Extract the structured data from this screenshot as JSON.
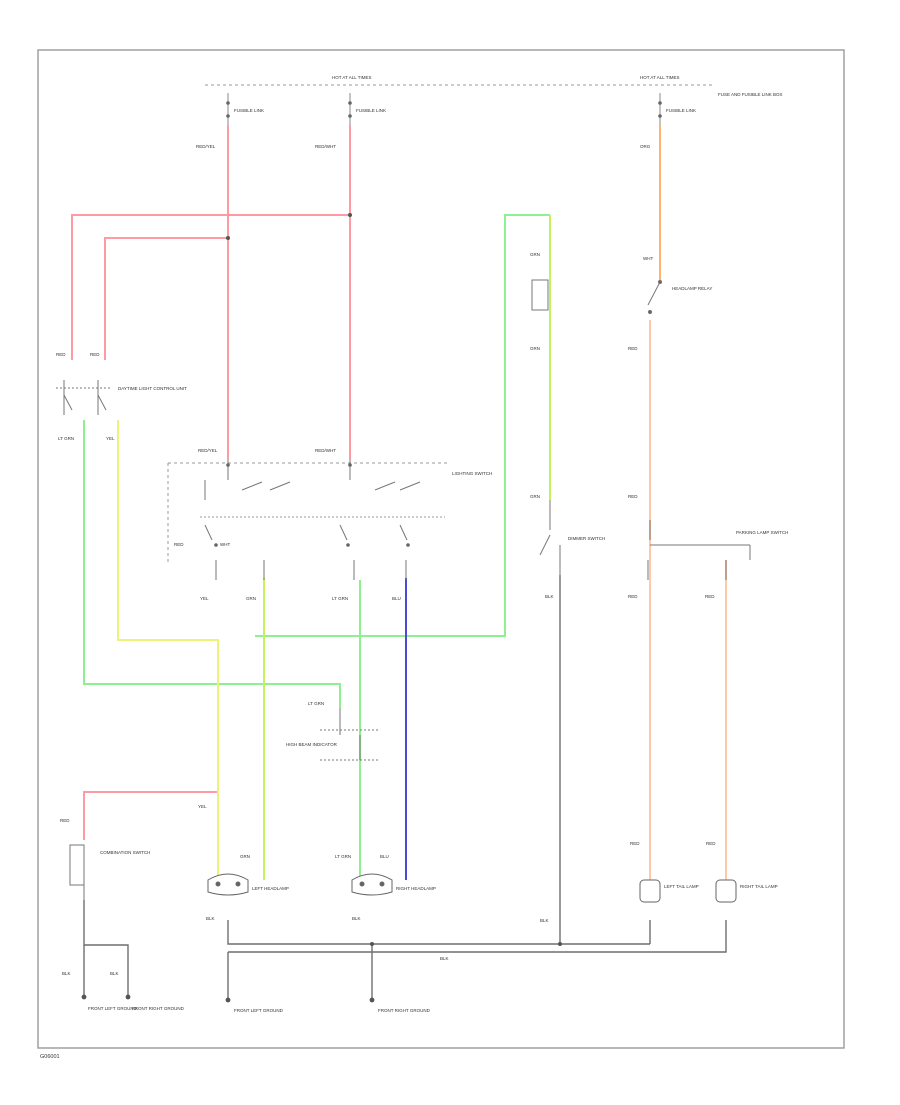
{
  "diagram": {
    "type": "wiring-schematic",
    "colors": {
      "red": "#ff9aa2",
      "orange": "#ffb36b",
      "peach": "#ffc9a8",
      "green": "#8ef08e",
      "yellow": "#ecf27a",
      "lime": "#c4f25a",
      "blue": "#4a4ad8",
      "black": "#6f6f6f",
      "frame": "#9a9a9a"
    },
    "labels": {
      "hot_at_all_times_left": "HOT AT ALL TIMES",
      "hot_at_all_times_right": "HOT AT ALL TIMES",
      "fuse_left": "FUSIBLE LINK",
      "fuse_mid": "FUSIBLE LINK",
      "fuse_right": "FUSIBLE LINK",
      "fuse_box_note": "FUSE AND FUSIBLE LINK BOX",
      "wire_red_left": "RED/YEL",
      "wire_red_mid": "RED/WHT",
      "wire_org": "ORG",
      "relay_note": "DAYTIME LIGHT CONTROL UNIT",
      "headlamp_relay_note": "HEADLAMP RELAY",
      "lighting_switch": "LIGHTING SWITCH",
      "dimmer_label": "DIMMER SWITCH",
      "park_lamp_switch_note": "PARKING LAMP SWITCH",
      "combo_switch_note": "COMBINATION SWITCH",
      "indicator_note": "HIGH BEAM INDICATOR",
      "left_headlamp": "LEFT HEADLAMP",
      "right_headlamp": "RIGHT HEADLAMP",
      "left_tail": "LEFT TAIL LAMP",
      "right_tail": "RIGHT TAIL LAMP",
      "ground_left_1": "FRONT LEFT GROUND",
      "ground_left_2": "FRONT RIGHT GROUND",
      "ground_mid_1": "FRONT LEFT GROUND",
      "ground_mid_2": "FRONT RIGHT GROUND",
      "w_blk": "BLK",
      "w_grn": "GRN",
      "w_yel": "YEL",
      "w_blu": "BLU",
      "w_red": "RED",
      "w_wht": "WHT",
      "w_lgrn": "LT GRN",
      "code": "G06001"
    }
  }
}
